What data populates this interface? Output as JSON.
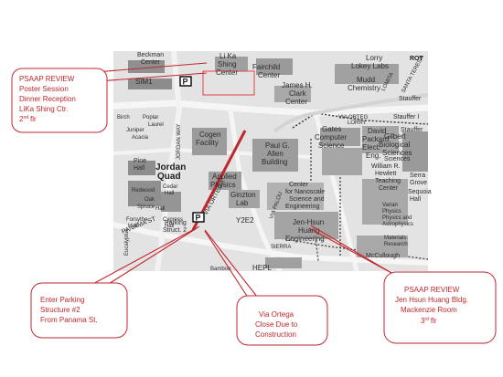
{
  "callouts": {
    "psaap_review_top": {
      "lines": [
        "PSAAP REVIEW",
        "Poster Session",
        "Dinner Reception",
        "LiKa Shing Ctr."
      ],
      "floor_num": "2",
      "floor_sup": "nd",
      "floor_word": "flr"
    },
    "parking": {
      "lines": [
        "Enter Parking",
        "Structure #2",
        "From Panama St."
      ]
    },
    "via_ortega": {
      "lines": [
        "Via Ortega",
        "Close Due to",
        "Construction"
      ]
    },
    "psaap_review_bottom": {
      "lines": [
        "PSAAP REVIEW",
        "Jen Hsun Huang Bldg.",
        "Mackenzie Room"
      ],
      "floor_num": "3",
      "floor_sup": "rd",
      "floor_word": "flr"
    }
  },
  "map_labels": {
    "beckman": [
      "Beckman",
      "Center"
    ],
    "lika_shing": [
      "Li Ka",
      "Shing",
      "Center"
    ],
    "fairchild": [
      "Fairchild",
      "Center"
    ],
    "lorry_lokey": [
      "Lorry",
      "Lokey Labs"
    ],
    "mudd": [
      "Mudd",
      "Chemistry"
    ],
    "james_clark": [
      "James H.",
      "Clark",
      "Center"
    ],
    "sim1": "SIM1",
    "birch": "Birch",
    "poplar": "Poplar",
    "laurel": "Laurel",
    "juniper": "Juniper",
    "acacia": "Acacia",
    "jordan_way": "JORDAN WAY",
    "cogen": [
      "Cogen",
      "Facility"
    ],
    "paul_allen": [
      "Paul G.",
      "Allen",
      "Building"
    ],
    "gates": [
      "Gates",
      "Computer",
      "Science"
    ],
    "david_packard": [
      "David",
      "Packard",
      "Elect.",
      "Eng."
    ],
    "gilbert": [
      "Gilbert",
      "Biological",
      "Sciences"
    ],
    "stauffer_1": "Stauffer",
    "stauffer_2": "Stauffer I",
    "stauffer_3": "Stauffer",
    "lorry_road": "LORRY",
    "via_orteg_road": "VIA ORTEG",
    "pine_hall": [
      "Pine",
      "Hall"
    ],
    "jordan_quad": [
      "Jordan",
      "Quad"
    ],
    "redwood": "Redwood",
    "cedar": [
      "Cedar",
      "Hall"
    ],
    "oak": "Oak",
    "spruce": "Spruce",
    "hall_label": "Hall",
    "forsythe": [
      "Forsythe",
      "Hall"
    ],
    "cypress": [
      "Cypress",
      "Hall"
    ],
    "applied_physics": [
      "Applied",
      "Physics"
    ],
    "ginzton": [
      "Ginzton",
      "Lab"
    ],
    "center_nano": [
      "Center",
      "for Nanoscale",
      "Science and",
      "Engineering"
    ],
    "william_hewlett": [
      "William R.",
      "Hewlett",
      "Teaching",
      "Center"
    ],
    "varian": [
      "Varian",
      "Physics"
    ],
    "physics_astro": [
      "Physics and",
      "Astrophysics"
    ],
    "mckenzie_ctr": "McCullough",
    "materials_res": [
      "Materials",
      "Research"
    ],
    "jen_hsun": [
      "Jen-Hsun",
      "Huang",
      "Engineering"
    ],
    "y2e2": "Y2E2",
    "panama_st": "PANAMA ST",
    "parking_struct": [
      "Parking",
      "Struct. 2"
    ],
    "via_ortega_road": "VIA ORTEGA",
    "via_palou": "VIA PALOU",
    "hepl": "HEPL",
    "sierra": "SIERRA",
    "serra": [
      "Serra",
      "Grove"
    ],
    "sequoia": [
      "Sequoia",
      "Hall"
    ],
    "santa_teresa": "SANTA TERESA",
    "lomita": "LOMITA",
    "rotc": "ROT",
    "science_label": "Sciences",
    "bamboo": "Bamboo",
    "eucalyptus": "Eucalyptus"
  },
  "parking_icon_text": "P",
  "colors": {
    "accent_red": "#c1272d",
    "map_bg": "#e3e3e3",
    "building": "#9a9a9a",
    "building_light": "#b9b9b9"
  }
}
